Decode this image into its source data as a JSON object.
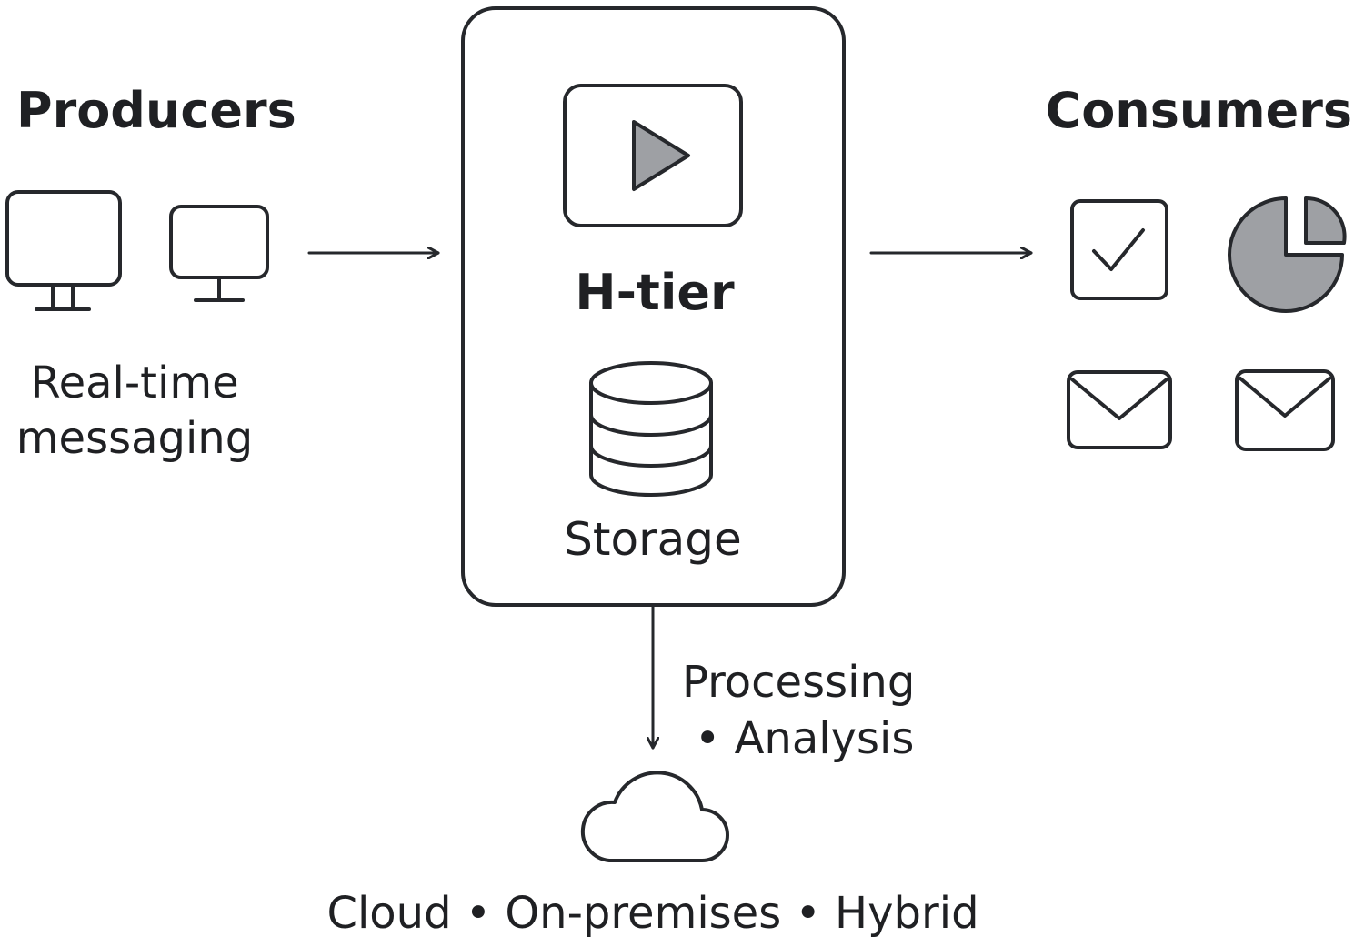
{
  "producers": {
    "heading": "Producers",
    "caption_line1": "Real-time",
    "caption_line2": "messaging",
    "icons": [
      "monitor-icon",
      "monitor-icon"
    ]
  },
  "hub": {
    "title": "H-tier",
    "storage_label": "Storage",
    "icons": [
      "play-icon",
      "database-icon"
    ]
  },
  "consumers": {
    "heading": "Consumers",
    "icons": [
      "checkbox-icon",
      "pie-chart-icon",
      "envelope-icon",
      "envelope-icon"
    ]
  },
  "processing": {
    "line1": "Processing",
    "line2": "• Analysis"
  },
  "deployment": {
    "options_label": "Cloud • On-premises • Hybrid",
    "icon": "cloud-icon"
  },
  "colors": {
    "ink": "#26282c",
    "icon_fill": "#9ea0a4",
    "background": "#ffffff"
  }
}
